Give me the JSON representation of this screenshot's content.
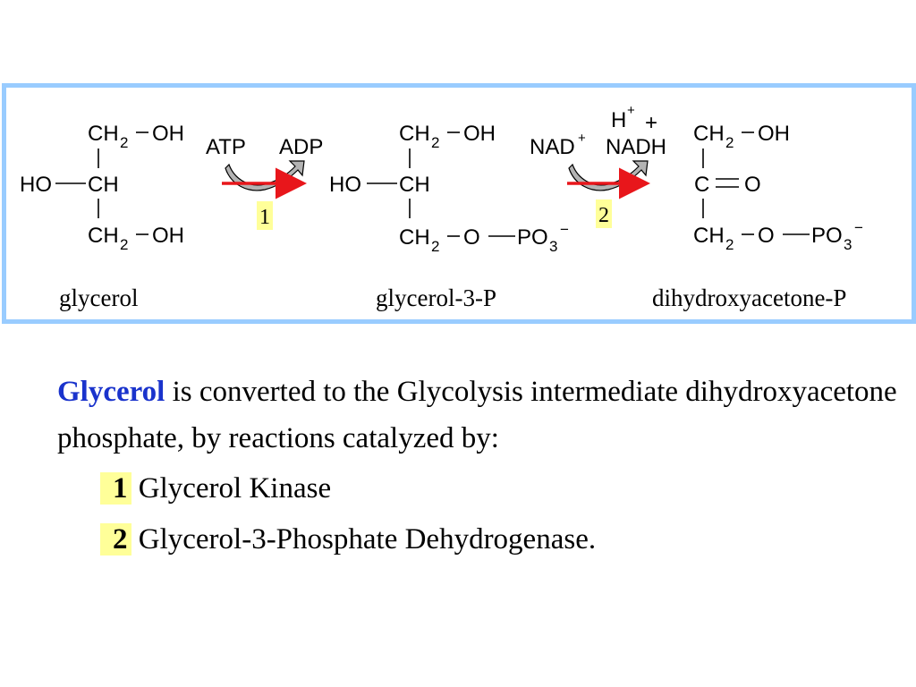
{
  "colors": {
    "frame": "#99ccff",
    "arrow_red": "#e8161b",
    "curved_arrow_fill": "#b3b3b3",
    "highlight": "#ffff99",
    "emphasis": "#1a33cc"
  },
  "diagram": {
    "glycerol": {
      "top_ch2": "CH",
      "top_sub": "2",
      "top_oh": "OH",
      "ho": "HO",
      "ch": "CH",
      "bot_ch2": "CH",
      "bot_sub": "2",
      "bot_oh": "OH",
      "name": "glycerol"
    },
    "step1": {
      "cofactor_in": "ATP",
      "cofactor_out": "ADP",
      "number": "1"
    },
    "glycerol3p": {
      "top_ch2": "CH",
      "top_sub": "2",
      "top_oh": "OH",
      "ho": "HO",
      "ch": "CH",
      "bot_ch2": "CH",
      "bot_sub": "2",
      "o": "O",
      "po": "PO",
      "po_sub": "3",
      "charge": "−",
      "name": "glycerol-3-P"
    },
    "step2": {
      "cofactor_in": "NAD",
      "cofactor_in_sup": "+",
      "h": "H",
      "h_sup": "+",
      "plus": "+",
      "cofactor_out": "NADH",
      "number": "2"
    },
    "dhap": {
      "top_ch2": "CH",
      "top_sub": "2",
      "top_oh": "OH",
      "c": "C",
      "o_double": "O",
      "bot_ch2": "CH",
      "bot_sub": "2",
      "o": "O",
      "po": "PO",
      "po_sub": "3",
      "charge": "−",
      "name": "dihydroxyacetone-P"
    }
  },
  "text": {
    "lead_highlight": "Glycerol",
    "sentence": " is converted to the Glycolysis intermediate dihydroxyacetone phosphate, by reactions catalyzed by:",
    "items": [
      {
        "number": "1",
        "label": " Glycerol Kinase"
      },
      {
        "number": "2",
        "label": " Glycerol-3-Phosphate Dehydrogenase."
      }
    ]
  }
}
